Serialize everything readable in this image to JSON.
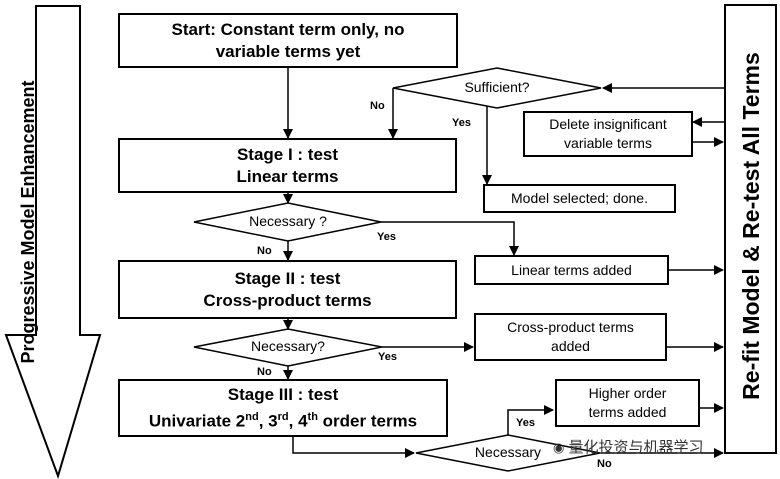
{
  "side_left": {
    "label": "Progressive Model Enhancement"
  },
  "side_right": {
    "label": "Re-fit Model & Re-test All Terms"
  },
  "start_box": {
    "line1": "Start: Constant term only, no",
    "line2": "variable terms yet"
  },
  "sufficient": {
    "question": "Sufficient?",
    "no": "No",
    "yes": "Yes"
  },
  "delete_box": {
    "line1": "Delete insignificant",
    "line2": "variable terms"
  },
  "model_selected": {
    "text": "Model selected; done."
  },
  "stage1": {
    "line1": "Stage I : test",
    "line2": "Linear terms"
  },
  "necessary1": {
    "question": "Necessary ?",
    "no": "No",
    "yes": "Yes"
  },
  "linear_added": {
    "text": "Linear terms added"
  },
  "stage2": {
    "line1": "Stage II : test",
    "line2": "Cross-product terms"
  },
  "necessary2": {
    "question": "Necessary?",
    "no": "No",
    "yes": "Yes"
  },
  "cross_added": {
    "line1": "Cross-product terms",
    "line2": "added"
  },
  "stage3": {
    "line1": "Stage III : test",
    "line2_pre": "Univariate 2",
    "sup1": "nd",
    "sep1": ", 3",
    "sup2": "rd",
    "sep2": ", 4",
    "sup3": "th",
    "line2_post": " order terms"
  },
  "higher_added": {
    "line1": "Higher order",
    "line2": "terms added"
  },
  "necessary3": {
    "question": "Necessary",
    "no": "No",
    "yes": "Yes"
  },
  "watermark": {
    "text": "量化投资与机器学习"
  }
}
